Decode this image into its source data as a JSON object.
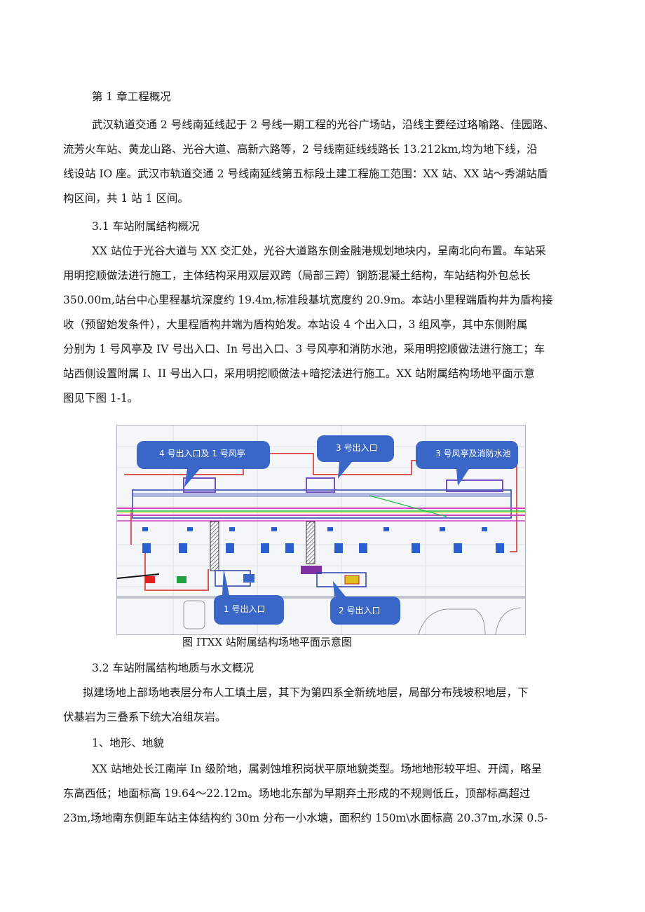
{
  "lines": [
    {
      "id": "ch1-heading",
      "text": "第 1 章工程概况"
    },
    {
      "id": "p1-l1",
      "text": "武汉轨道交通 2 号线南延线起于 2 号线一期工程的光谷广场站，沿线主要经过珞喻路、佳园路、"
    },
    {
      "id": "p1-l2",
      "text": "流芳火车站、黄龙山路、光谷大道、高新六路等，2 号线南延线线路长 13.212km,均为地下线，沿"
    },
    {
      "id": "p1-l3",
      "text": "线设站 IO 座。武汉市轨道交通 2 号线南延线第五标段土建工程施工范围：XX 站、XX 站～秀湖站盾"
    },
    {
      "id": "p1-l4",
      "text": "构区间，共 1 站 1 区间。"
    },
    {
      "id": "sec31-heading",
      "text": "3.1  车站附属结构概况"
    },
    {
      "id": "p2-l1",
      "text": "XX 站位于光谷大道与 XX 交汇处，光谷大道路东侧金融港规划地块内，呈南北向布置。车站采"
    },
    {
      "id": "p2-l2",
      "text": "用明挖顺做法进行施工，主体结构采用双层双跨（局部三跨）钢筋混凝土结构，车站结构外包总长"
    },
    {
      "id": "p2-l3",
      "text": "350.00m,站台中心里程基坑深度约 19.4m,标准段基坑宽度约 20.9m。本站小里程端盾构井为盾构接"
    },
    {
      "id": "p2-l4",
      "text": "收（预留始发条件），大里程盾构井端为盾构始发。本站设 4 个出入口，3 组风亭，其中东侧附属"
    },
    {
      "id": "p2-l5",
      "text": "分别为 1 号风亭及 IV 号出入口、In 号出入口、3 号风亭和消防水池，采用明挖顺做法进行施工；车"
    },
    {
      "id": "p2-l6",
      "text": "站西侧设置附属 I、II 号出入口，采用明挖顺做法+暗挖法进行施工。XX 站附属结构场地平面示意"
    },
    {
      "id": "p2-l7",
      "text": "图见下图 1-1。"
    },
    {
      "id": "sec32-heading",
      "text": "3.2  车站附属结构地质与水文概况"
    },
    {
      "id": "p3-l1",
      "text": "拟建场地上部场地表层分布人工填土层，其下为第四系全新统地层，局部分布残坡积地层，下"
    },
    {
      "id": "p3-l2",
      "text": "伏基岩为三叠系下统大冶组灰岩。"
    },
    {
      "id": "item1-heading",
      "text": "1、地形、地貌"
    },
    {
      "id": "p4-l1",
      "text": "XX 站地处长江南岸 In 级阶地，属剥蚀堆积岗状平原地貌类型。场地地形较平坦、开阔，略呈"
    },
    {
      "id": "p4-l2",
      "text": "东高西低；地面标高 19.64～22.12m。场地北东部为早期弃土形成的不规则低丘，顶部标高超过"
    },
    {
      "id": "p4-l3",
      "text": "23m,场地南东侧距车站主体结构约 30m 分布一小水塘，面积约 150m\\水面标高 20.37m,水深 0.5-"
    }
  ],
  "figure": {
    "caption": "图 ITXX 站附属结构场地平面示意图",
    "callouts": [
      {
        "id": "exit4-wind1",
        "text": "4 号出入口及 1 号风亭"
      },
      {
        "id": "exit3",
        "text": "3 号出入口"
      },
      {
        "id": "wind3-pool",
        "text": "3 号风亭及消防水池"
      },
      {
        "id": "exit1",
        "text": "1 号出入口"
      },
      {
        "id": "exit2",
        "text": "2 号出入口"
      }
    ],
    "colors": {
      "callout": "#3a66c8",
      "outline": "#e02020",
      "track": "#d040c0",
      "centerline": "#20c040"
    }
  }
}
